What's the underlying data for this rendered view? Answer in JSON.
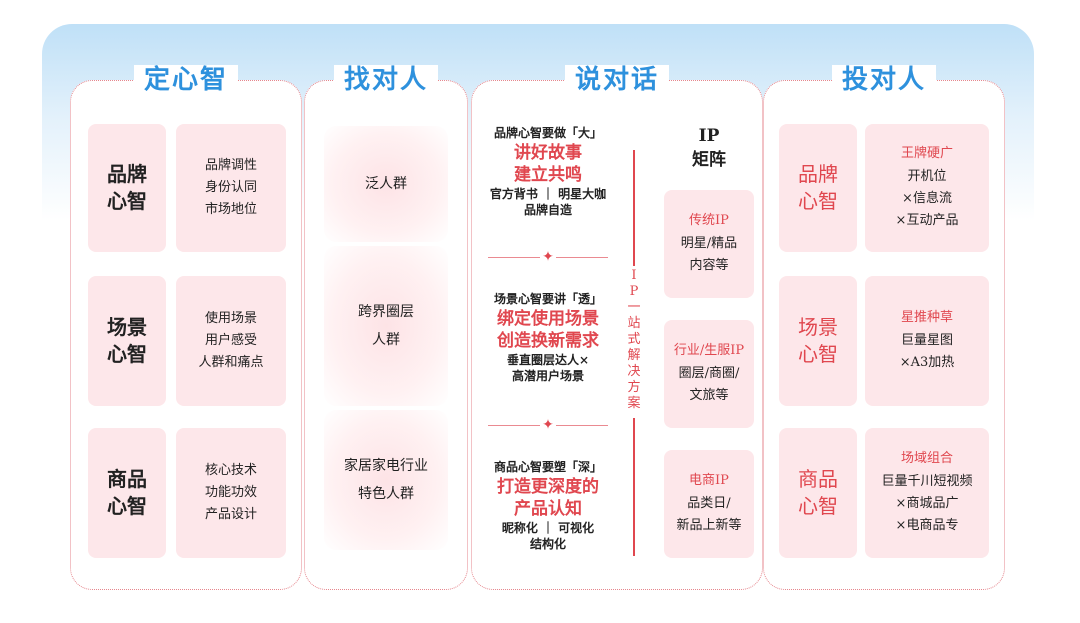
{
  "columns": {
    "c1": {
      "title": "定心智"
    },
    "c2": {
      "title": "找对人"
    },
    "c3": {
      "title": "说对话"
    },
    "c4": {
      "title": "投对人"
    }
  },
  "mind": [
    {
      "label": [
        "品牌",
        "心智"
      ],
      "points": [
        "品牌调性",
        "身份认同",
        "市场地位"
      ]
    },
    {
      "label": [
        "场景",
        "心智"
      ],
      "points": [
        "使用场景",
        "用户感受",
        "人群和痛点"
      ]
    },
    {
      "label": [
        "商品",
        "心智"
      ],
      "points": [
        "核心技术",
        "功能功效",
        "产品设计"
      ]
    }
  ],
  "audience": [
    {
      "lines": [
        "泛人群"
      ]
    },
    {
      "lines": [
        "跨界圈层",
        "人群"
      ]
    },
    {
      "lines": [
        "家居家电行业",
        "特色人群"
      ]
    }
  ],
  "speak": [
    {
      "head": "品牌心智要做「大」",
      "red": [
        "讲好故事",
        "建立共鸣"
      ],
      "tail": [
        "官方背书 ｜ 明星大咖",
        "品牌自造"
      ]
    },
    {
      "head": "场景心智要讲「透」",
      "red": [
        "绑定使用场景",
        "创造换新需求"
      ],
      "tail": [
        "垂直圈层达人×",
        "高潜用户场景"
      ]
    },
    {
      "head": "商品心智要塑「深」",
      "red": [
        "打造更深度的",
        "产品认知"
      ],
      "tail": [
        "昵称化 ｜ 可视化",
        "结构化"
      ]
    }
  ],
  "vertical_label": [
    "I",
    "P",
    "一",
    "站",
    "式",
    "解",
    "决",
    "方",
    "案"
  ],
  "ip_matrix": {
    "title": [
      "IP",
      "矩阵"
    ],
    "items": [
      {
        "name": "传统IP",
        "lines": [
          "明星/精品",
          "内容等"
        ]
      },
      {
        "name": "行业/生服IP",
        "lines": [
          "圈层/商圈/",
          "文旅等"
        ]
      },
      {
        "name": "电商IP",
        "lines": [
          "品类日/",
          "新品上新等"
        ]
      }
    ]
  },
  "placement": [
    {
      "label": [
        "品牌",
        "心智"
      ],
      "name": "王牌硬广",
      "lines": [
        "开机位",
        "×信息流",
        "×互动产品"
      ]
    },
    {
      "label": [
        "场景",
        "心智"
      ],
      "name": "星推种草",
      "lines": [
        "巨量星图",
        "×A3加热"
      ]
    },
    {
      "label": [
        "商品",
        "心智"
      ],
      "name": "场域组合",
      "lines": [
        "巨量千川短视频",
        "×商城品广",
        "×电商品专"
      ]
    }
  ],
  "colors": {
    "title_blue": "#2e91dd",
    "accent_red": "#e0474f",
    "card_pink": "#fde7ea"
  }
}
